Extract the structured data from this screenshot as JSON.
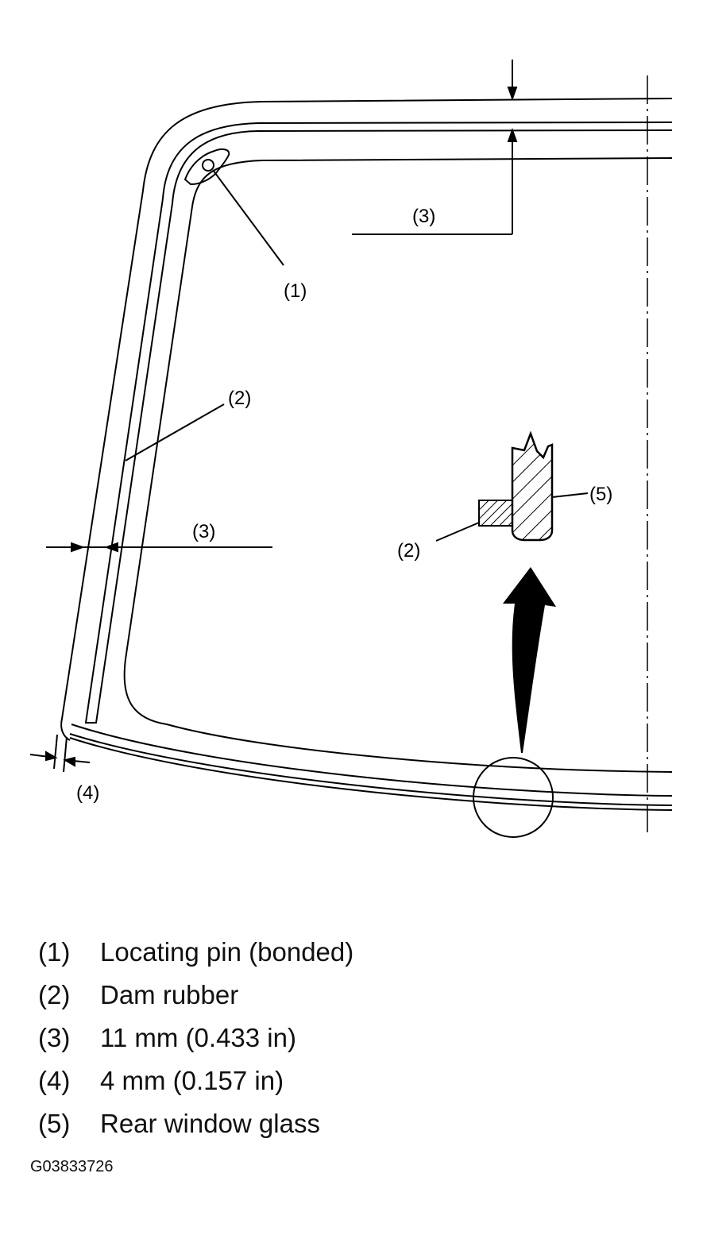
{
  "callouts": {
    "locating_pin": "(1)",
    "dam_rubber_frame": "(2)",
    "gap_top": "(3)",
    "gap_side": "(3)",
    "gap_corner": "(4)",
    "glass_detail": "(5)",
    "dam_rubber_detail": "(2)"
  },
  "legend": [
    {
      "num": "(1)",
      "text": "Locating pin (bonded)"
    },
    {
      "num": "(2)",
      "text": "Dam rubber"
    },
    {
      "num": "(3)",
      "text": "11 mm (0.433 in)"
    },
    {
      "num": "(4)",
      "text": "4 mm (0.157 in)"
    },
    {
      "num": "(5)",
      "text": "Rear window glass"
    }
  ],
  "figure_id": "G03833726"
}
